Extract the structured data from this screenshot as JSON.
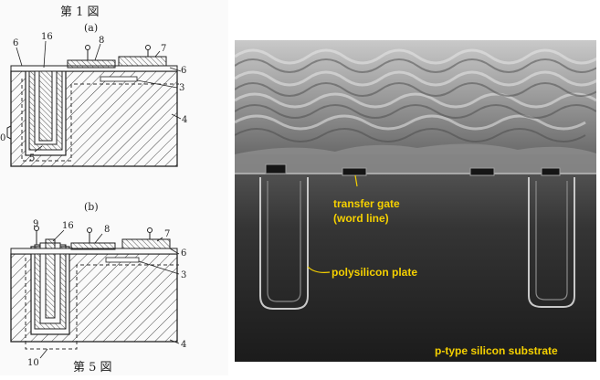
{
  "patent_figure": {
    "title_top": "第 1 図",
    "title_bottom": "第 5 図",
    "sub_a": "(a)",
    "sub_b": "(b)",
    "numerals_a": {
      "n6_left": "6",
      "n16": "16",
      "n8": "8",
      "n7": "7",
      "n6_right": "6",
      "n3": "3",
      "n4": "4",
      "n0": "0",
      "n5": "5"
    },
    "numerals_b": {
      "n9": "9",
      "n16": "16",
      "n8": "8",
      "n7": "7",
      "n6": "6",
      "n3": "3",
      "n4": "4",
      "n10": "10"
    }
  },
  "sem_image": {
    "labels": {
      "transfer_gate": "transfer gate",
      "word_line": "(word line)",
      "polysilicon_plate": "polysilicon plate",
      "substrate": "p-type silicon substrate"
    },
    "label_color": "#f5d000"
  }
}
